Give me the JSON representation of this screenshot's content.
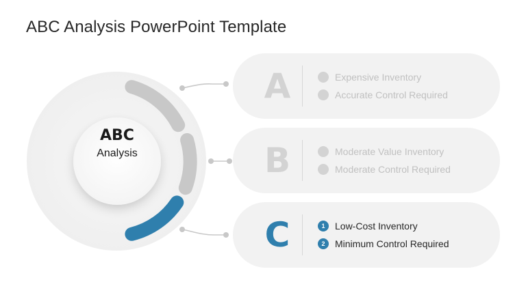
{
  "slide": {
    "title": "ABC Analysis PowerPoint Template"
  },
  "center": {
    "line1": "ABC",
    "line2": "Analysis"
  },
  "categories": [
    {
      "letter": "A",
      "state": "faded",
      "items": [
        {
          "marker": "",
          "text": "Expensive Inventory"
        },
        {
          "marker": "",
          "text": "Accurate Control Required"
        }
      ]
    },
    {
      "letter": "B",
      "state": "faded",
      "items": [
        {
          "marker": "",
          "text": "Moderate Value Inventory"
        },
        {
          "marker": "",
          "text": "Moderate Control Required"
        }
      ]
    },
    {
      "letter": "C",
      "state": "active",
      "items": [
        {
          "marker": "1",
          "text": "Low-Cost Inventory"
        },
        {
          "marker": "2",
          "text": "Minimum Control Required"
        }
      ]
    }
  ],
  "colors": {
    "accent": "#2f7fad",
    "faded": "#c8c8c8",
    "panel": "#f2f2f2"
  }
}
